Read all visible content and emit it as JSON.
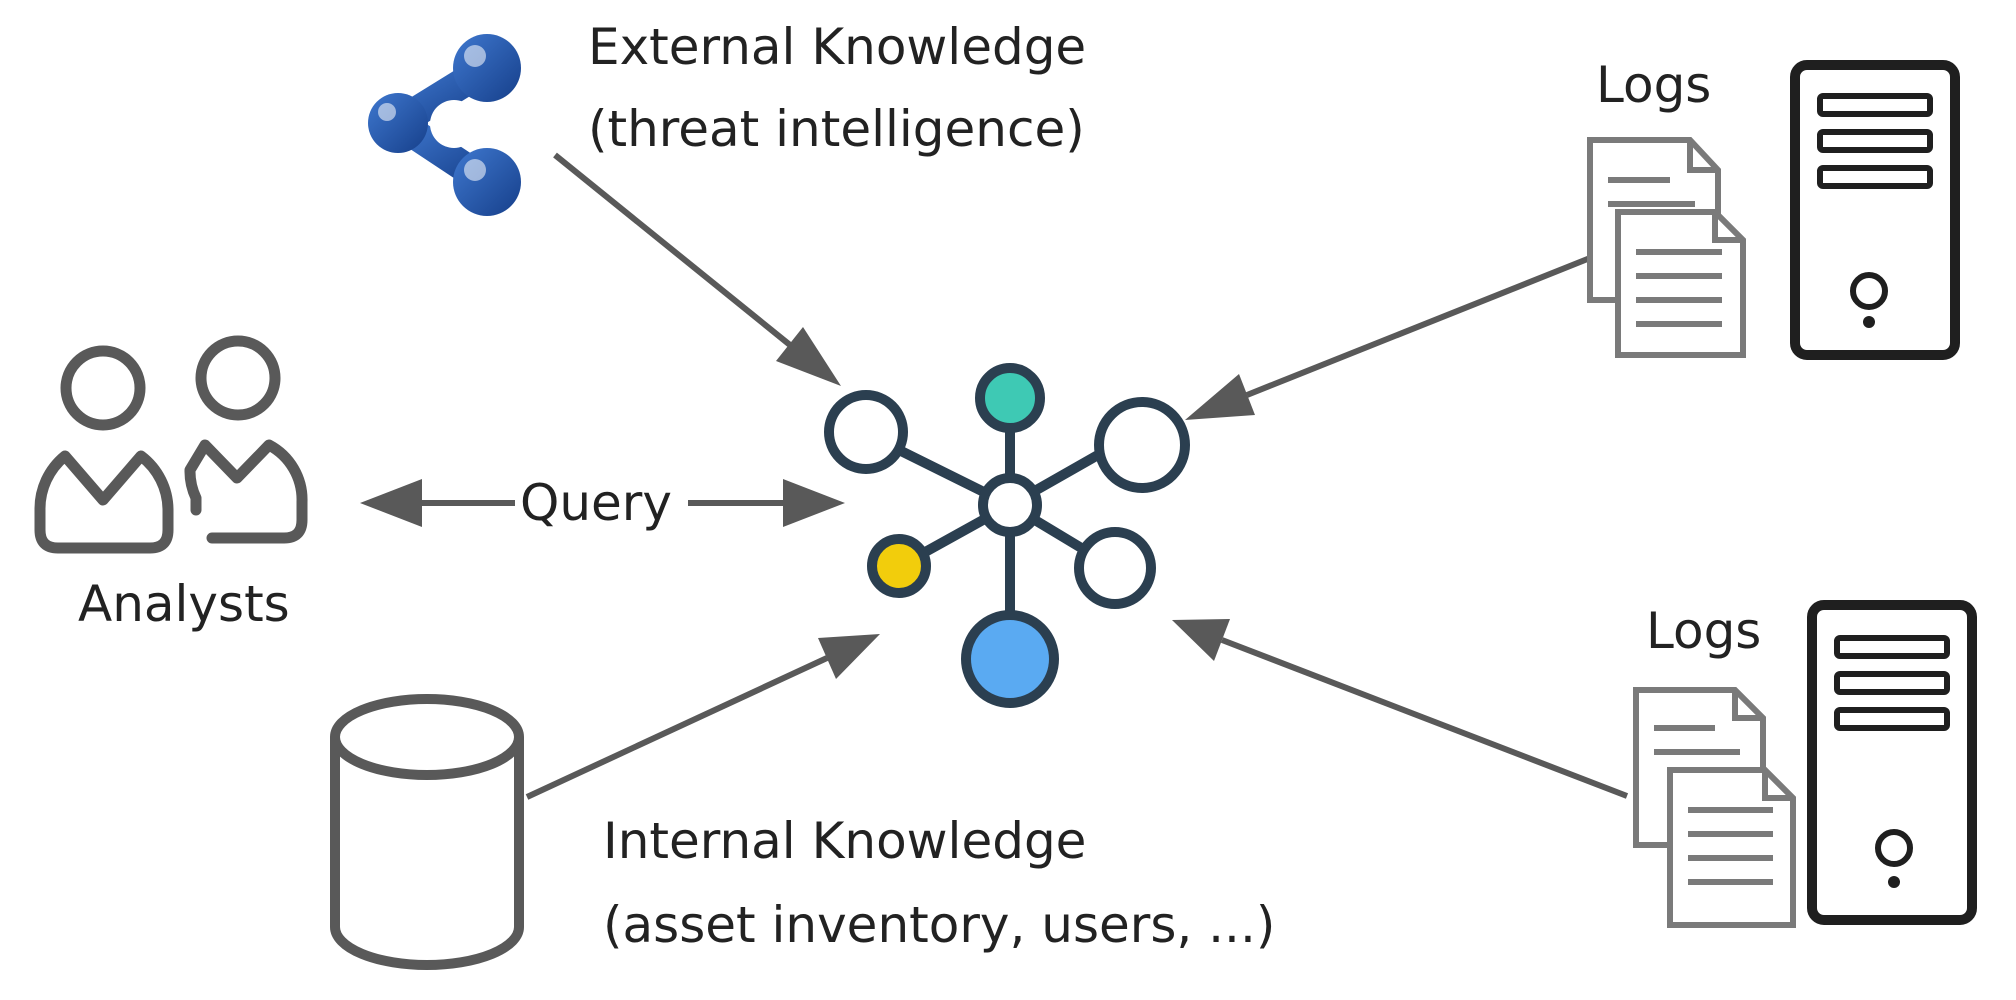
{
  "external": {
    "line1": "External Knowledge",
    "line2": "(threat intelligence)"
  },
  "internal": {
    "line1": "Internal Knowledge",
    "line2": "(asset inventory, users, ...)"
  },
  "analysts": {
    "label": "Analysts"
  },
  "query": {
    "label": "Query"
  },
  "logs": {
    "top_label": "Logs",
    "bottom_label": "Logs"
  },
  "icons": {
    "graph": "knowledge-graph-icon",
    "network": "network-icon",
    "analysts": "users-icon",
    "database": "database-icon",
    "document": "document-icon",
    "server": "server-icon"
  },
  "colors": {
    "line": "#444444",
    "arrow": "#595959",
    "graph_stroke": "#2b3f50",
    "network_blue": "#1d4fa0",
    "node_teal": "#3ec9b4",
    "node_yellow": "#f2cd0c",
    "node_blue": "#5aaaf2"
  }
}
